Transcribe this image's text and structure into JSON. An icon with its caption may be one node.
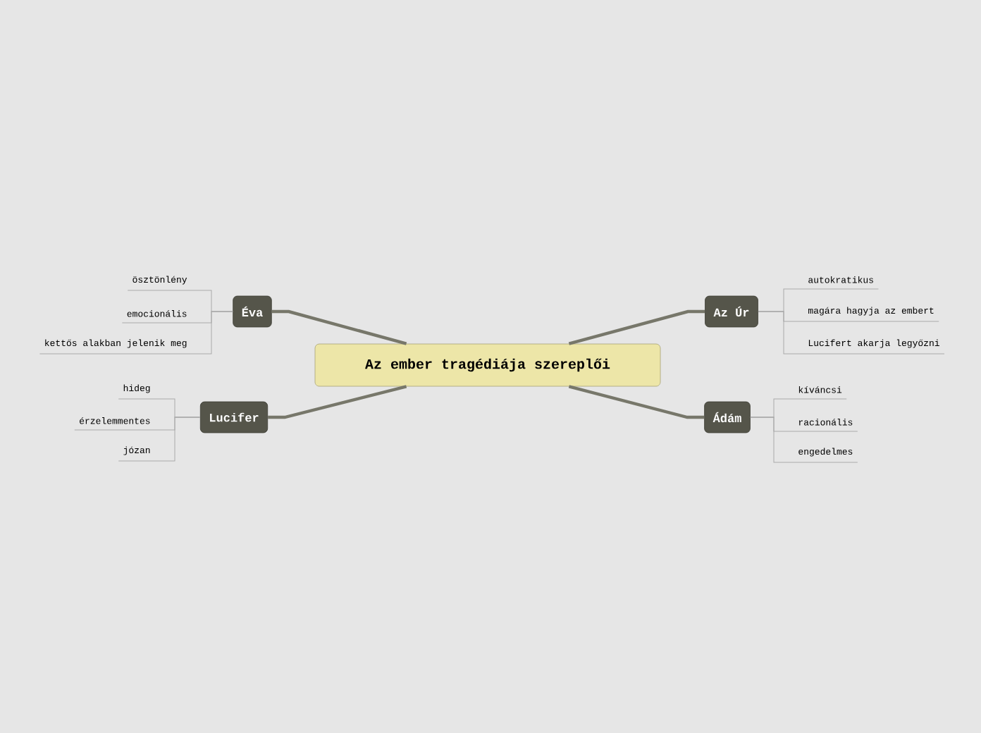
{
  "diagram": {
    "nodes": [
      {
        "text": [
          "Az ember tragédiája szereplői"
        ]
      },
      {
        "text": [
          "Éva"
        ]
      },
      {
        "text": [
          "ösztönlény"
        ]
      },
      {
        "text": [
          "emocionális"
        ]
      },
      {
        "text": [
          "kettős alakban jelenik meg"
        ]
      },
      {
        "text": [
          "Lucifer"
        ]
      },
      {
        "text": [
          "hideg"
        ]
      },
      {
        "text": [
          "érzelemmentes"
        ]
      },
      {
        "text": [
          "józan"
        ]
      },
      {
        "text": [
          "Az Úr"
        ]
      },
      {
        "text": [
          "autokratikus"
        ]
      },
      {
        "text": [
          "magára hagyja az embert"
        ]
      },
      {
        "text": [
          "Lucifert akarja legyőzni"
        ]
      },
      {
        "text": [
          "Ádám"
        ]
      },
      {
        "text": [
          "kíváncsi"
        ]
      },
      {
        "text": [
          "racionális"
        ]
      },
      {
        "text": [
          "engedelmes"
        ]
      }
    ],
    "edges": [
      {
        "from": 0,
        "to": 1,
        "arrow": "none",
        "style": "thick"
      },
      {
        "from": 1,
        "to": 2,
        "arrow": "none"
      },
      {
        "from": 1,
        "to": 3,
        "arrow": "none"
      },
      {
        "from": 1,
        "to": 4,
        "arrow": "none"
      },
      {
        "from": 0,
        "to": 5,
        "arrow": "none",
        "style": "thick"
      },
      {
        "from": 5,
        "to": 6,
        "arrow": "none"
      },
      {
        "from": 5,
        "to": 7,
        "arrow": "none"
      },
      {
        "from": 5,
        "to": 8,
        "arrow": "none"
      },
      {
        "from": 0,
        "to": 9,
        "arrow": "none",
        "style": "thick"
      },
      {
        "from": 9,
        "to": 10,
        "arrow": "none"
      },
      {
        "from": 9,
        "to": 11,
        "arrow": "none"
      },
      {
        "from": 9,
        "to": 12,
        "arrow": "none"
      },
      {
        "from": 0,
        "to": 13,
        "arrow": "none",
        "style": "thick"
      },
      {
        "from": 13,
        "to": 14,
        "arrow": "none"
      },
      {
        "from": 13,
        "to": 15,
        "arrow": "none"
      },
      {
        "from": 13,
        "to": 16,
        "arrow": "none"
      }
    ]
  }
}
